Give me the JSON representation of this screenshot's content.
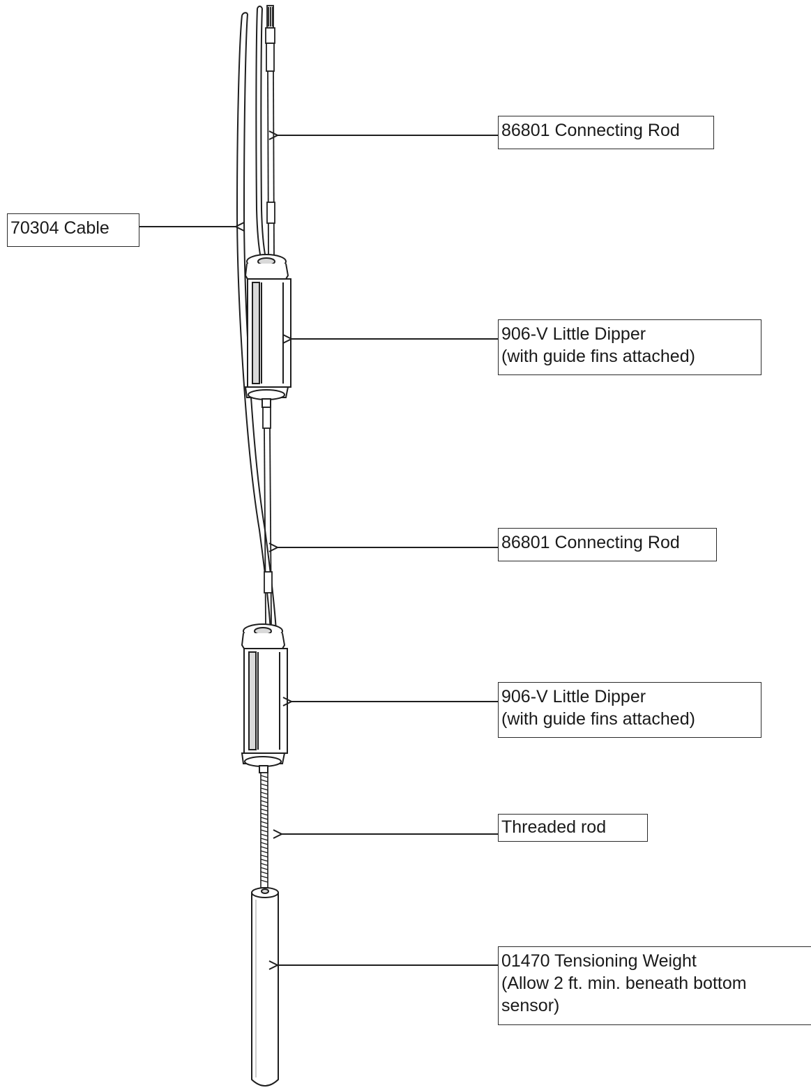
{
  "labels": {
    "cable": "70304 Cable",
    "rod_top": "86801 Connecting Rod",
    "dipper_top_line1": "906-V Little Dipper",
    "dipper_top_line2": "(with guide fins attached)",
    "rod_middle": "86801 Connecting Rod",
    "dipper_bottom_line1": "906-V Little Dipper",
    "dipper_bottom_line2": "(with guide fins attached)",
    "threaded_rod": "Threaded rod",
    "weight_line1": "01470 Tensioning Weight",
    "weight_line2": "(Allow 2 ft. min. beneath bottom",
    "weight_line3": "sensor)"
  },
  "colors": {
    "line": "#1e1e1e",
    "body_fill": "#ffffff",
    "shade": "#d9d9d9"
  }
}
